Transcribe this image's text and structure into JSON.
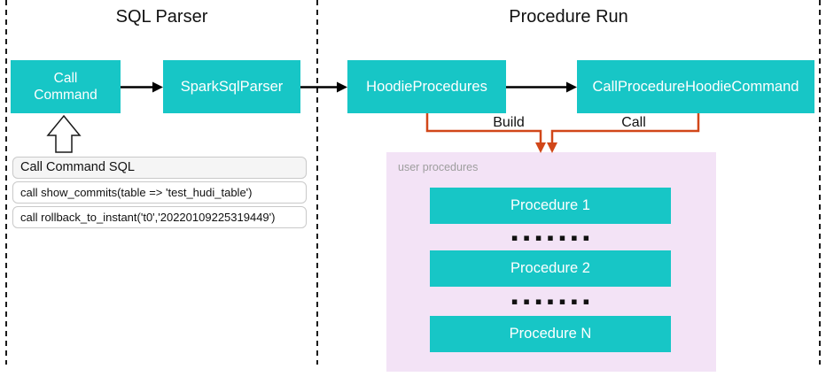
{
  "panels": {
    "sql_parser": {
      "title": "SQL Parser"
    },
    "procedure_run": {
      "title": "Procedure Run"
    }
  },
  "nodes": {
    "call_command": "Call Command",
    "spark_sql_parser": "SparkSqlParser",
    "hoodie_procedures": "HoodieProcedures",
    "call_procedure_hoodie_command": "CallProcedureHoodieCommand"
  },
  "edges": {
    "build_label": "Build",
    "call_label": "Call"
  },
  "sql_box": {
    "title": "Call Command SQL",
    "rows": [
      "call show_commits(table => 'test_hudi_table')",
      "call rollback_to_instant('t0','20220109225319449')"
    ]
  },
  "user_procedures": {
    "label": "user procedures",
    "items": [
      "Procedure 1",
      "Procedure 2",
      "Procedure N"
    ],
    "dots": "▪▪▪▪▪▪▪"
  },
  "colors": {
    "node_teal": "#17C6C6",
    "edge_orange": "#D14719",
    "container_pink": "#F3E3F6",
    "label_gray": "#9E9E9E",
    "line_black": "#1A1A1A"
  }
}
